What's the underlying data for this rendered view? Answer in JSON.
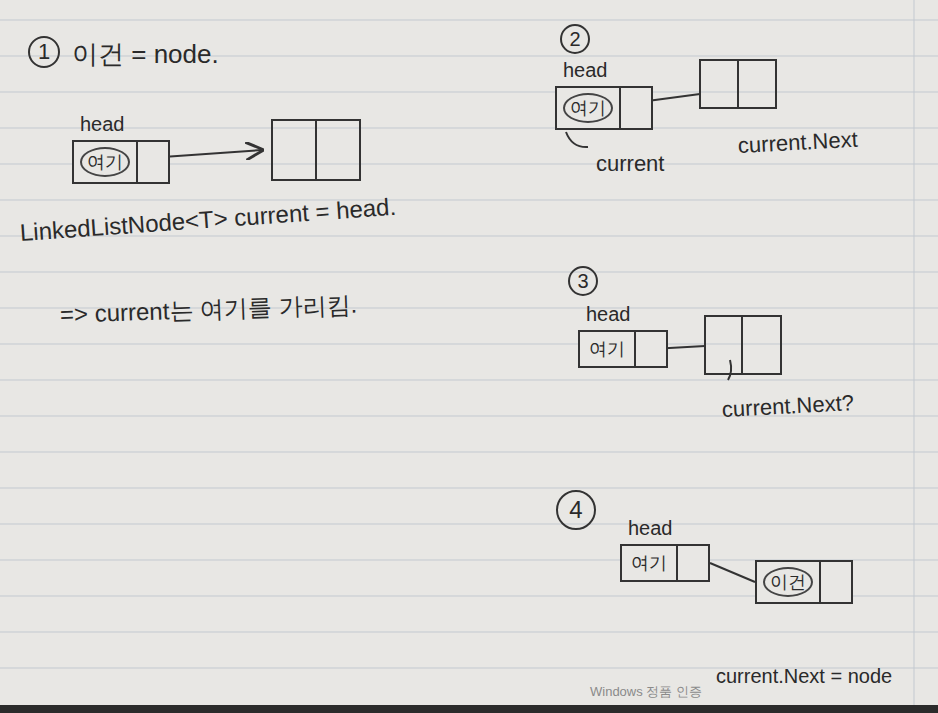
{
  "diagram": {
    "nodes": [
      {
        "text": [
          "head",
          "여기"
        ]
      },
      {
        "text": [
          "head",
          "여기"
        ]
      },
      {
        "text": [
          "head",
          "여기"
        ]
      },
      {
        "text": [
          "head",
          "여기"
        ]
      },
      {
        "text": [
          "이건"
        ]
      }
    ],
    "edges": [
      {
        "from": 3,
        "to": 4,
        "arrow": "none"
      }
    ],
    "labels": [
      "1",
      "이건 = node.",
      "LinkedListNode<T> current = head.",
      "=> current는 여기를 가리킴.",
      "2",
      "current",
      "current.Next",
      "3",
      "current.Next?",
      "4",
      "current.Next = node",
      "Windows 정품 인증"
    ]
  }
}
